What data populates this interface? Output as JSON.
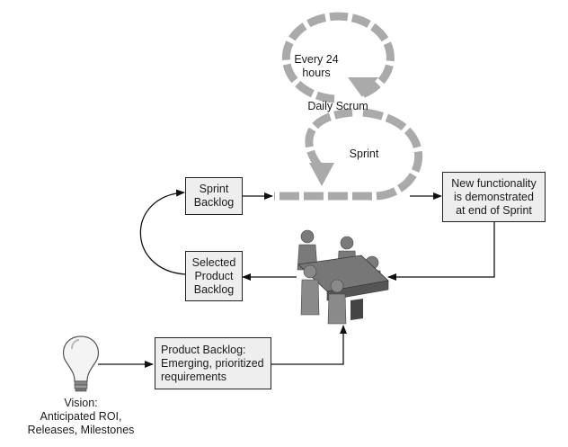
{
  "cycle": {
    "daily_label": "Every 24\nhours",
    "daily_scrum_label": "Daily Scrum",
    "sprint_label": "Sprint"
  },
  "boxes": {
    "sprint_backlog": "Sprint\nBacklog",
    "new_functionality": "New functionality\nis demonstrated\nat end of Sprint",
    "selected_product_backlog": "Selected\nProduct\nBacklog",
    "product_backlog": "Product Backlog:\nEmerging, prioritized\nrequirements"
  },
  "vision": {
    "label": "Vision:\nAnticipated ROI,\nReleases, Milestones"
  },
  "icons": {
    "vision": "lightbulb-icon",
    "team": "team-meeting-icon"
  },
  "colors": {
    "cycle_gray": "#aaaaaa",
    "box_fill": "#eeeeee",
    "line": "#111111"
  }
}
